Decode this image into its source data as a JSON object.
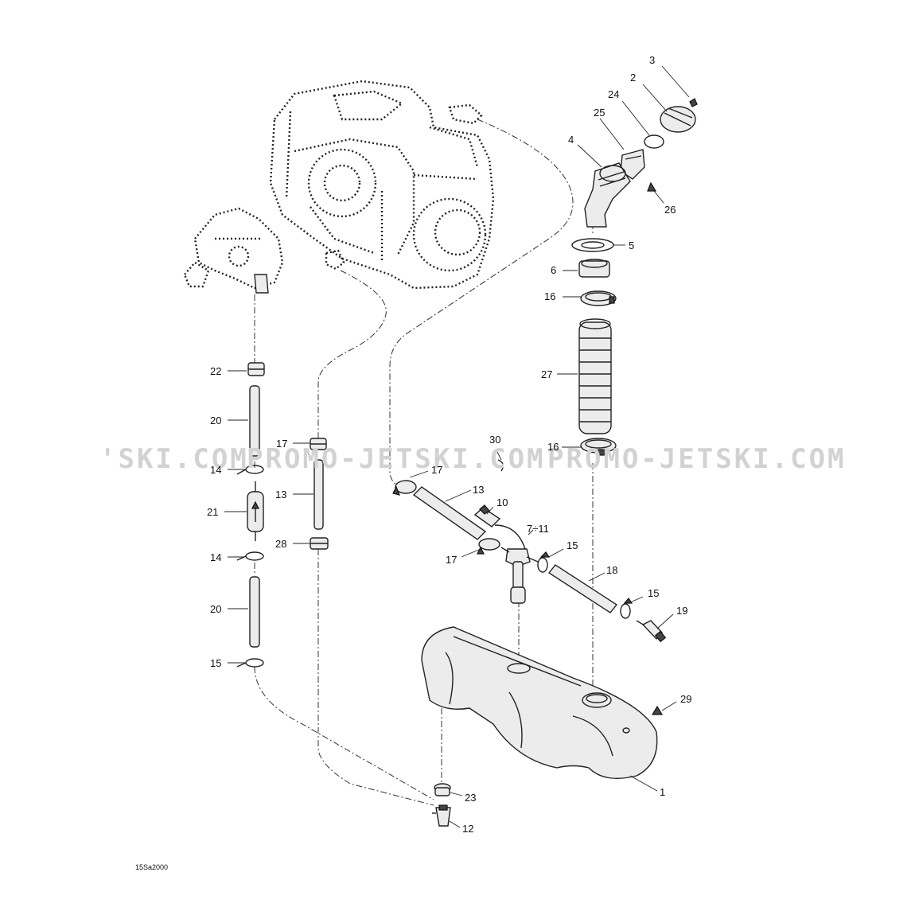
{
  "diagram_code": "15Sa2000",
  "watermarks": [
    "'SKI.COM",
    "PROMO-JETSKI.COM",
    "PROMO-JETSKI.COM"
  ],
  "callouts": {
    "c1": "1",
    "c2": "2",
    "c3": "3",
    "c4": "4",
    "c5": "5",
    "c6": "6",
    "c7_11": "7÷11",
    "c10": "10",
    "c12": "12",
    "c13a": "13",
    "c13b": "13",
    "c14a": "14",
    "c14b": "14",
    "c15a": "15",
    "c15b": "15",
    "c15c": "15",
    "c16a": "16",
    "c16b": "16",
    "c17a": "17",
    "c17b": "17",
    "c17c": "17",
    "c18": "18",
    "c19": "19",
    "c20a": "20",
    "c20b": "20",
    "c21": "21",
    "c22": "22",
    "c23": "23",
    "c24": "24",
    "c25": "25",
    "c26": "26",
    "c27": "27",
    "c28": "28",
    "c29": "29",
    "c30": "30"
  }
}
